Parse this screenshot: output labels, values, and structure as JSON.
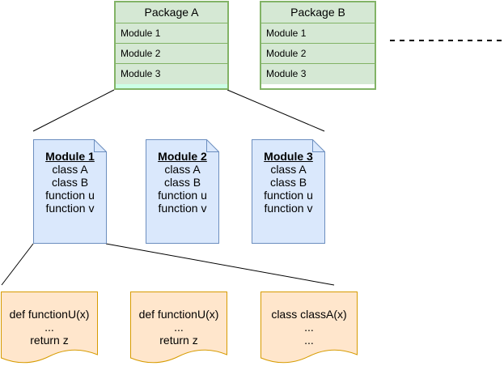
{
  "colors": {
    "package_fill": "#d5e8d4",
    "package_stroke": "#82b366",
    "module_fill": "#dae8fc",
    "module_stroke": "#6c8ebf",
    "code_fill": "#ffe6cc",
    "code_stroke": "#d79b00",
    "connector": "#000000"
  },
  "packages": [
    {
      "title": "Package A",
      "modules": [
        "Module 1",
        "Module 2",
        "Module 3"
      ],
      "bottom_strip_color": "#ccffe6"
    },
    {
      "title": "Package B",
      "modules": [
        "Module 1",
        "Module 2",
        "Module 3"
      ],
      "bottom_strip_color": "#ffffff"
    }
  ],
  "module_docs": [
    {
      "title": "Module 1",
      "lines": [
        "class A",
        "class B",
        "function u",
        "function v"
      ]
    },
    {
      "title": "Module 2",
      "lines": [
        "class A",
        "class B",
        "function u",
        "function v"
      ]
    },
    {
      "title": "Module 3",
      "lines": [
        "class A",
        "class B",
        "function u",
        "function v"
      ]
    }
  ],
  "code_blocks": [
    {
      "lines": [
        "def functionU(x)",
        "...",
        "return z"
      ]
    },
    {
      "lines": [
        "def functionU(x)",
        "...",
        "return z"
      ]
    },
    {
      "lines": [
        "class classA(x)",
        "...",
        "..."
      ]
    }
  ]
}
